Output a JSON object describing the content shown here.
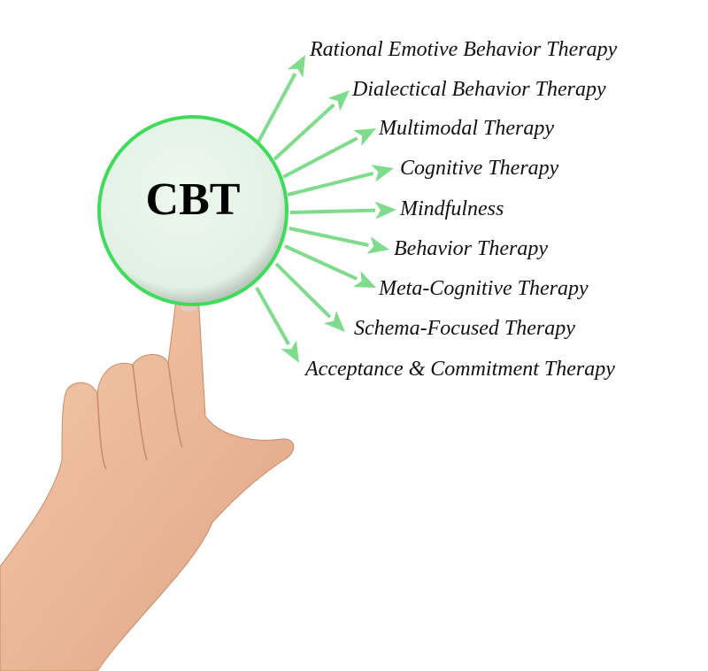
{
  "center": {
    "label": "CBT"
  },
  "branches": [
    "Rational Emotive Behavior Therapy",
    "Dialectical Behavior Therapy",
    "Multimodal Therapy",
    "Cognitive Therapy",
    "Mindfulness",
    "Behavior Therapy",
    "Meta-Cognitive Therapy",
    "Schema-Focused Therapy",
    "Acceptance & Commitment Therapy"
  ],
  "colors": {
    "arrow": "#7fdc8c",
    "circle_border": "#3fdc5a",
    "circle_fill": "#e6f4ea",
    "skin": "#eebc9c"
  }
}
